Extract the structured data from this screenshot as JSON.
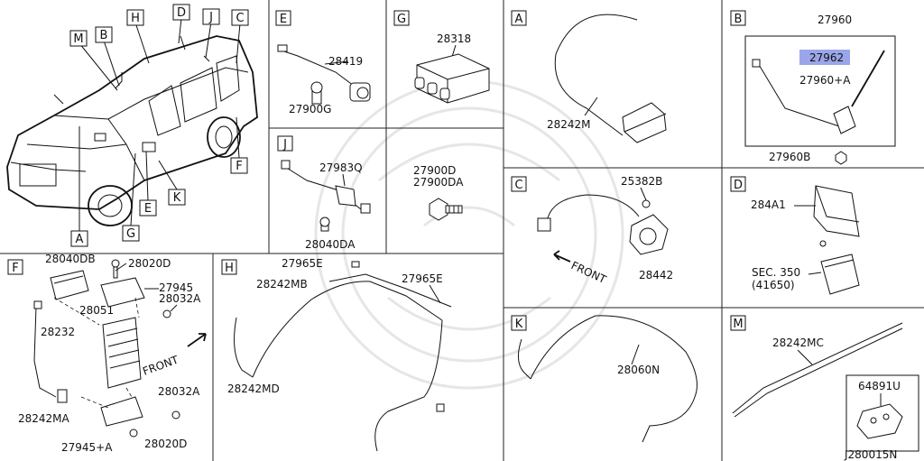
{
  "diagram_code": "J280015N",
  "callouts": {
    "A": "A",
    "B": "B",
    "C": "C",
    "D": "D",
    "E": "E",
    "F": "F",
    "G": "G",
    "H": "H",
    "J": "J",
    "K": "K",
    "M": "M"
  },
  "sections": {
    "E": {
      "title": "E",
      "parts": [
        "28419",
        "27900G"
      ]
    },
    "G": {
      "title": "G",
      "parts": [
        "28318"
      ]
    },
    "J": {
      "title": "J",
      "parts": [
        "27983Q",
        "28040DA"
      ]
    },
    "fastener": {
      "parts": [
        "27900D",
        "27900DA"
      ]
    },
    "F": {
      "title": "F",
      "parts": [
        "28040DB",
        "28020D",
        "27945",
        "28032A",
        "28051",
        "28232",
        "28032A",
        "28242MA",
        "27945+A",
        "28020D"
      ],
      "front_label": "FRONT"
    },
    "H": {
      "title": "H",
      "parts": [
        "27965E",
        "28242MB",
        "27965E",
        "28242MD"
      ]
    },
    "A": {
      "title": "A",
      "parts": [
        "28242M"
      ]
    },
    "B": {
      "title": "B",
      "parts": [
        "27960",
        "27962",
        "27960+A",
        "27960B"
      ],
      "highlighted_part": "27962"
    },
    "C": {
      "title": "C",
      "parts": [
        "25382B",
        "28442"
      ],
      "front_label": "FRONT"
    },
    "D": {
      "title": "D",
      "parts": [
        "284A1",
        "SEC. 350",
        "(41650)"
      ]
    },
    "K": {
      "title": "K",
      "parts": [
        "28060N"
      ]
    },
    "M": {
      "title": "M",
      "parts": [
        "28242MC",
        "64891U"
      ]
    }
  },
  "colors": {
    "highlight": "#9aa6e8",
    "line": "#111111"
  }
}
